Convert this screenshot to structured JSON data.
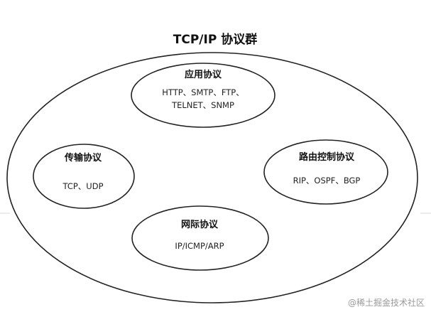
{
  "diagram": {
    "title": "TCP/IP 协议群",
    "nodes": {
      "application": {
        "title": "应用协议",
        "line1": "HTTP、SMTP、FTP、",
        "line2": "TELNET、SNMP"
      },
      "transport": {
        "title": "传输协议",
        "line1": "TCP、UDP"
      },
      "routing": {
        "title": "路由控制协议",
        "line1": "RIP、OSPF、BGP"
      },
      "network": {
        "title": "网际协议",
        "line1": "IP/ICMP/ARP"
      }
    },
    "watermark": "@稀土掘金技术社区",
    "colors": {
      "stroke": "#222222",
      "background": "#ffffff",
      "watermark": "#9a9a9a"
    }
  }
}
